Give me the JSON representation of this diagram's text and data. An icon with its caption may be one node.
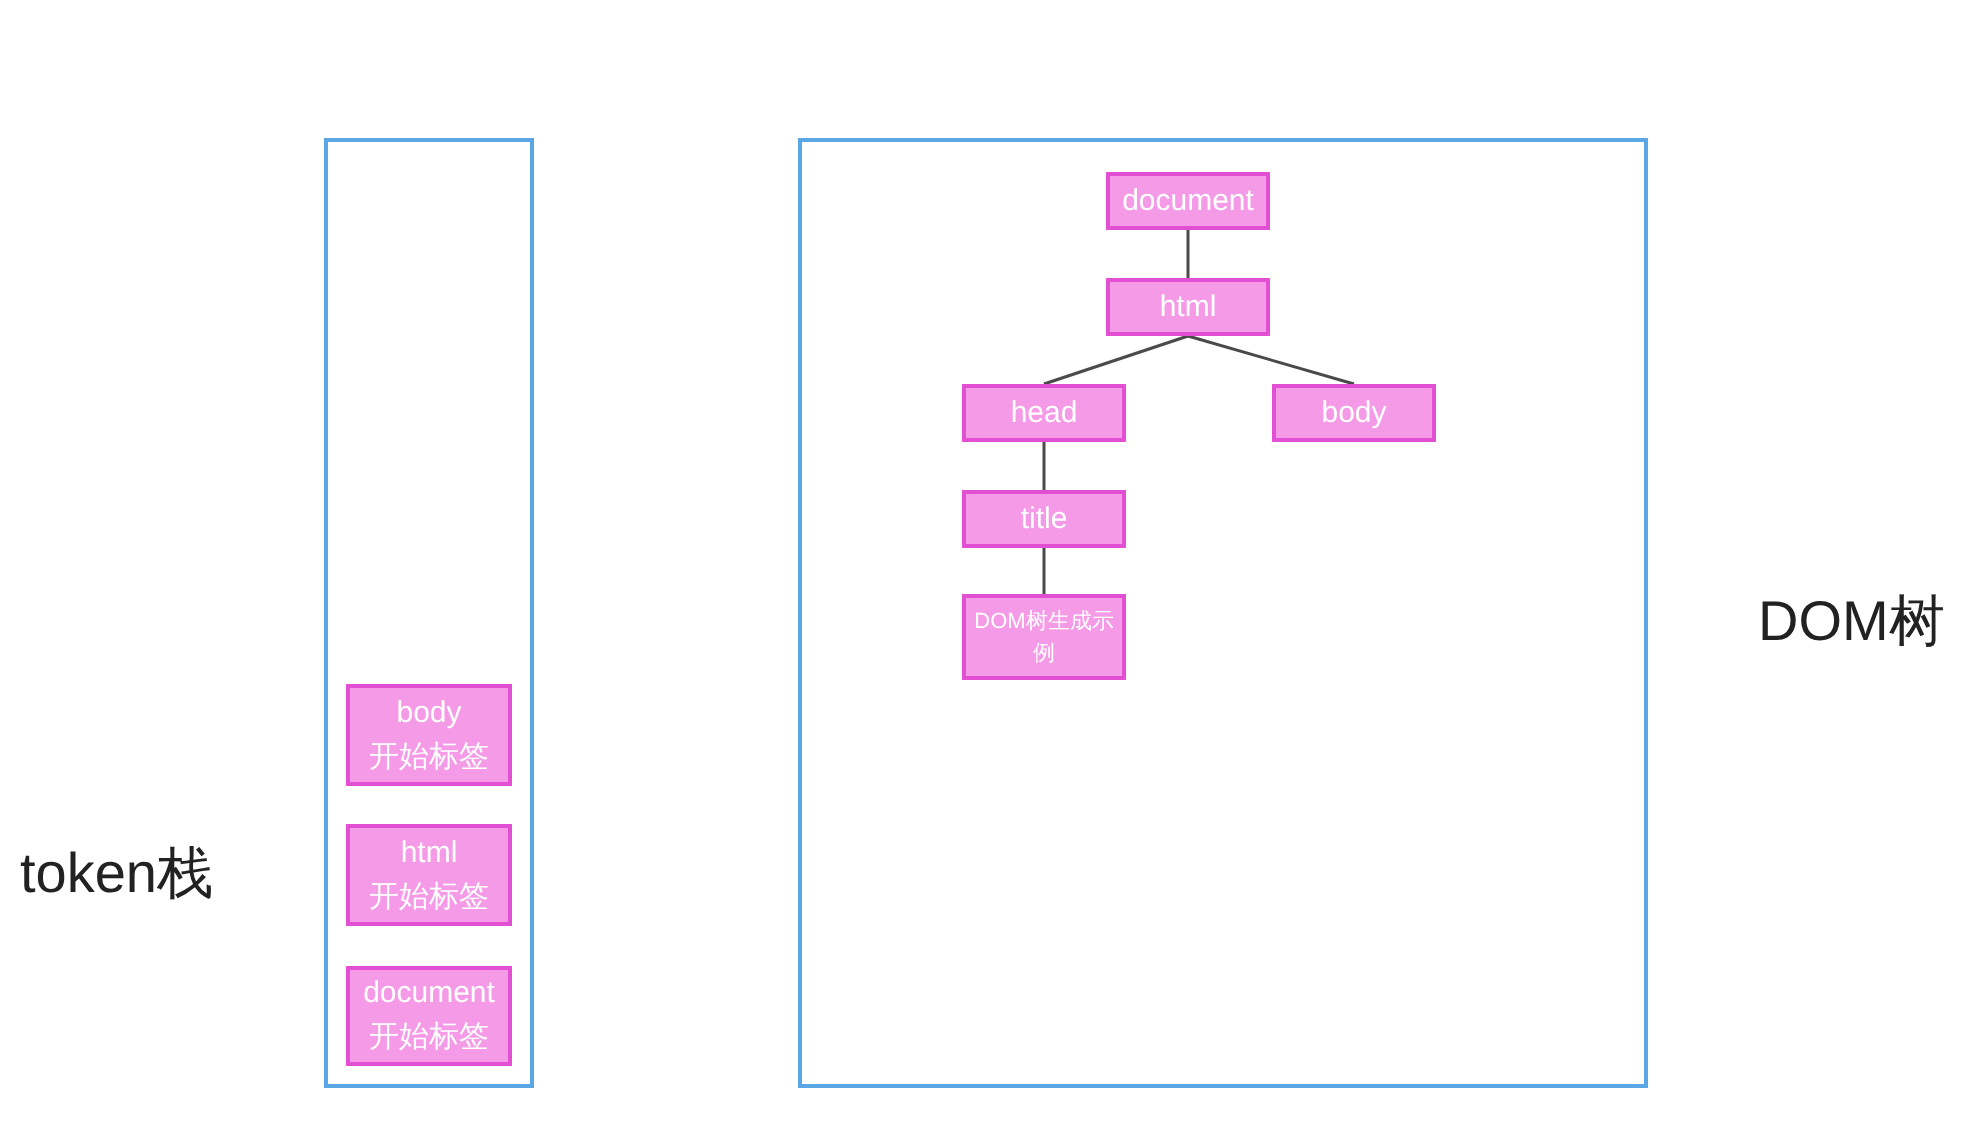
{
  "diagram": {
    "nodes": [
      {
        "text": [],
        "shape": "box",
        "beside": [
          "token栈"
        ]
      },
      {
        "text": [
          "body 开始标签"
        ],
        "in": 0
      },
      {
        "text": [
          "html 开始标签"
        ],
        "in": 0
      },
      {
        "text": [
          "document 开始标签"
        ],
        "in": 0
      },
      {
        "text": [],
        "shape": "box",
        "beside": [
          "DOM树"
        ]
      },
      {
        "text": [
          "document"
        ],
        "in": 4
      },
      {
        "text": [
          "html"
        ],
        "in": 4
      },
      {
        "text": [
          "head"
        ],
        "in": 4
      },
      {
        "text": [
          "body"
        ],
        "in": 4
      },
      {
        "text": [
          "title"
        ],
        "in": 4
      },
      {
        "text": [
          "DOM树生成示例"
        ],
        "in": 4
      }
    ],
    "edges": [
      {
        "from": 5,
        "to": 6,
        "arrow": "none"
      },
      {
        "from": 6,
        "to": 7,
        "arrow": "none"
      },
      {
        "from": 6,
        "to": 8,
        "arrow": "none"
      },
      {
        "from": 7,
        "to": 9,
        "arrow": "none"
      },
      {
        "from": 9,
        "to": 10,
        "arrow": "none"
      }
    ]
  }
}
